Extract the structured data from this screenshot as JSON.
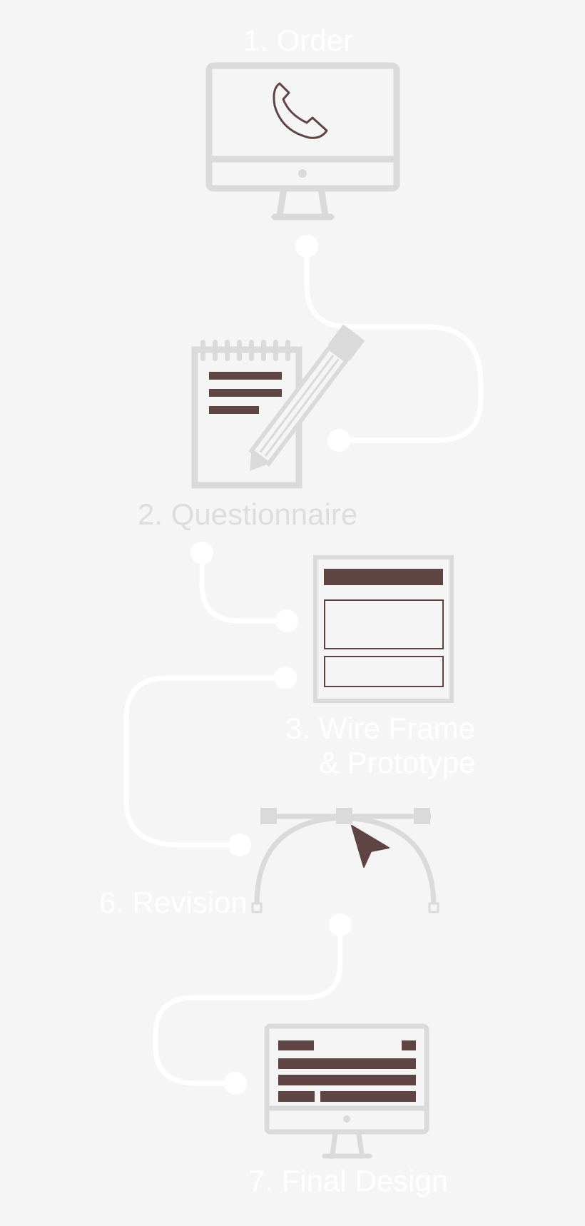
{
  "steps": [
    {
      "label": "1. Order",
      "label_color": "#ffffff",
      "icon": "monitor-phone-icon"
    },
    {
      "label": "2. Questionnaire",
      "label_color": "#dddddd",
      "icon": "notepad-pencil-icon"
    },
    {
      "label_lines": [
        "3. Wire Frame",
        "& Prototype"
      ],
      "label_color": "#ffffff",
      "icon": "wireframe-icon"
    },
    {
      "label": "6. Revision",
      "label_color": "#ffffff",
      "icon": "bezier-pen-icon"
    },
    {
      "label": "7. Final Design",
      "label_color": "#ffffff",
      "icon": "monitor-layout-icon"
    }
  ],
  "colors": {
    "background": "#f5f5f5",
    "icon_outline": "#dadada",
    "accent": "#5e4442",
    "connector": "#ffffff"
  }
}
